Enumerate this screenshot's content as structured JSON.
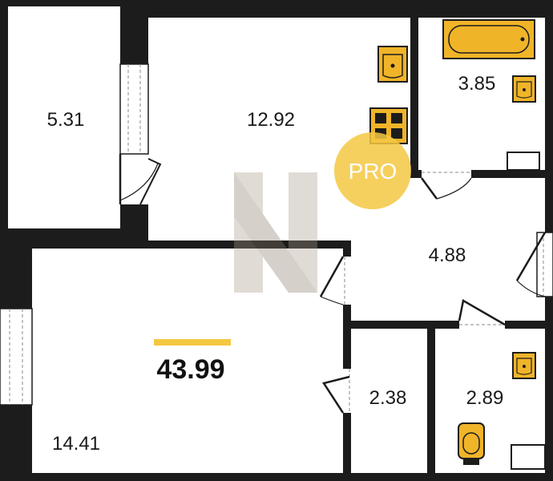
{
  "plan": {
    "total_area": "43.99",
    "badge": "PRO",
    "accent_color": "#f5c842",
    "wall_color": "#1c1c1c",
    "fixture_color": "#f0b429",
    "rooms": [
      {
        "id": "balcony",
        "area": "5.31"
      },
      {
        "id": "kitchen",
        "area": "12.92"
      },
      {
        "id": "bathroom",
        "area": "3.85"
      },
      {
        "id": "hallway",
        "area": "4.88"
      },
      {
        "id": "living-room",
        "area": "14.41"
      },
      {
        "id": "closet",
        "area": "2.38"
      },
      {
        "id": "toilet",
        "area": "2.89"
      }
    ],
    "icons": [
      "sink-icon",
      "stove-icon",
      "bathtub-icon",
      "toilet-icon",
      "watermark-logo-icon"
    ]
  }
}
